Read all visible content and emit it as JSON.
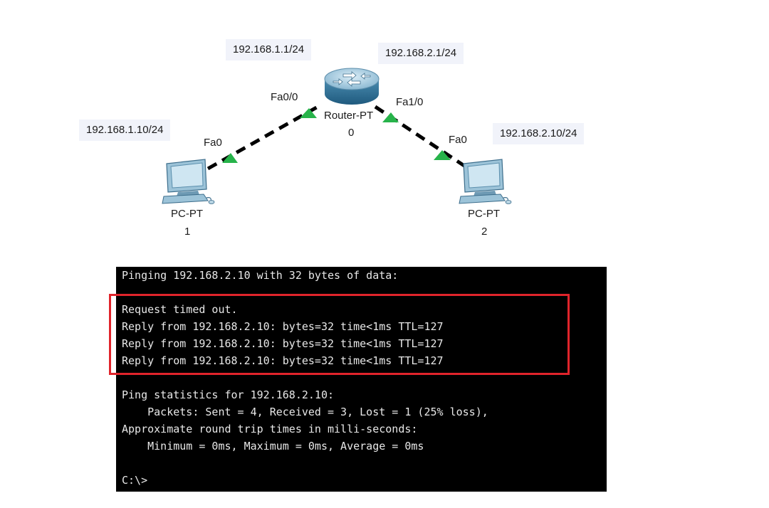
{
  "topology": {
    "router": {
      "model": "Router-PT",
      "number": "0",
      "left_ip": "192.168.1.1/24",
      "right_ip": "192.168.2.1/24",
      "left_port": "Fa0/0",
      "right_port": "Fa1/0"
    },
    "pc1": {
      "model": "PC-PT",
      "number": "1",
      "ip": "192.168.1.10/24",
      "port": "Fa0"
    },
    "pc2": {
      "model": "PC-PT",
      "number": "2",
      "ip": "192.168.2.10/24",
      "port": "Fa0"
    },
    "link_color": "#000000",
    "link_indicator_color": "#27b34a"
  },
  "terminal": {
    "lines": [
      "Pinging 192.168.2.10 with 32 bytes of data:",
      "",
      "Request timed out.",
      "Reply from 192.168.2.10: bytes=32 time<1ms TTL=127",
      "Reply from 192.168.2.10: bytes=32 time<1ms TTL=127",
      "Reply from 192.168.2.10: bytes=32 time<1ms TTL=127",
      "",
      "Ping statistics for 192.168.2.10:",
      "    Packets: Sent = 4, Received = 3, Lost = 1 (25% loss),",
      "Approximate round trip times in milli-seconds:",
      "    Minimum = 0ms, Maximum = 0ms, Average = 0ms",
      "",
      "C:\\>"
    ],
    "highlight_color": "#e0242b"
  }
}
